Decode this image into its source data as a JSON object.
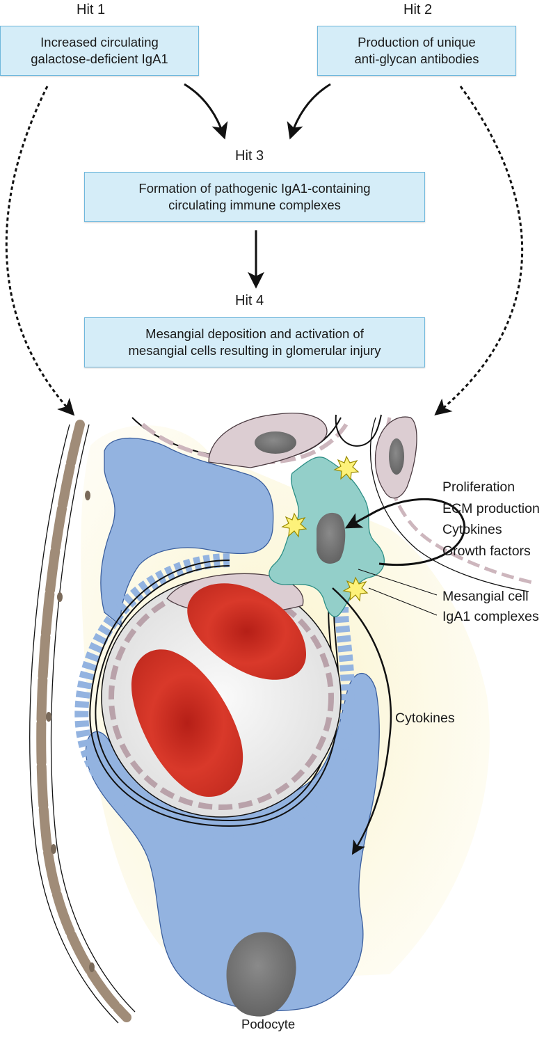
{
  "hits": {
    "hit1": {
      "label": "Hit 1",
      "lines": [
        "Increased circulating",
        "galactose-deficient IgA1"
      ]
    },
    "hit2": {
      "label": "Hit 2",
      "lines": [
        "Production of unique",
        "anti-glycan antibodies"
      ]
    },
    "hit3": {
      "label": "Hit 3",
      "lines": [
        "Formation of pathogenic IgA1-containing",
        "circulating immune complexes"
      ]
    },
    "hit4": {
      "label": "Hit 4",
      "lines": [
        "Mesangial deposition and activation of",
        "mesangial cells resulting in glomerular injury"
      ]
    }
  },
  "effects": [
    "Proliferation",
    "ECM production",
    "Cytokines",
    "Growth factors"
  ],
  "labels": {
    "mesangial_cell": "Mesangial cell",
    "iga1_complexes": "IgA1 complexes",
    "cytokines": "Cytokines",
    "podocyte": "Podocyte"
  },
  "colors": {
    "box_fill": "#d5edf8",
    "box_border": "#6fb7dc",
    "podocyte": "#93b3e0",
    "mesangial_cell": "#93cfc9",
    "red_blood_cell": "#cc2f22",
    "endothelium": "#cdb6bd",
    "bowman_capsule": "#a08c78",
    "background_glow": "#fbf6d8"
  }
}
